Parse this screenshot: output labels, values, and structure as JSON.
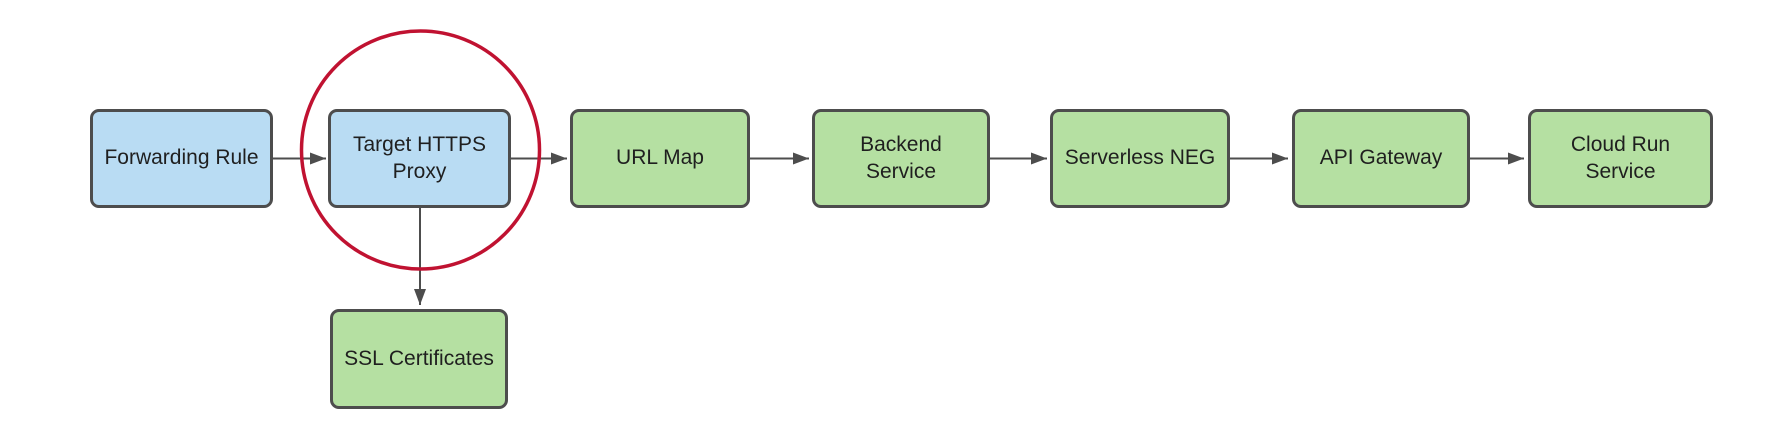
{
  "diagram": {
    "description": "Flow diagram of HTTPS load balancing components",
    "colors": {
      "node_border": "#4d4d4d",
      "arrow": "#4d4d4d",
      "text": "#1f1f1f",
      "blue_fill": "#b9dcf3",
      "green_fill": "#b5e0a2",
      "highlight_circle": "#c01231",
      "background": "#ffffff"
    },
    "nodes": [
      {
        "name": "forwarding-rule",
        "label": "Forwarding Rule",
        "color": "blue"
      },
      {
        "name": "target-https-proxy",
        "label": "Target HTTPS\nProxy",
        "color": "blue"
      },
      {
        "name": "url-map",
        "label": "URL Map",
        "color": "green"
      },
      {
        "name": "backend-service",
        "label": "Backend Service",
        "color": "green"
      },
      {
        "name": "serverless-neg",
        "label": "Serverless NEG",
        "color": "green"
      },
      {
        "name": "api-gateway",
        "label": "API Gateway",
        "color": "green"
      },
      {
        "name": "cloud-run-service",
        "label": "Cloud Run\nService",
        "color": "green"
      },
      {
        "name": "ssl-certificates",
        "label": "SSL Certificates",
        "color": "green"
      }
    ],
    "edges": [
      {
        "from": "forwarding-rule",
        "to": "target-https-proxy"
      },
      {
        "from": "target-https-proxy",
        "to": "url-map"
      },
      {
        "from": "url-map",
        "to": "backend-service"
      },
      {
        "from": "backend-service",
        "to": "serverless-neg"
      },
      {
        "from": "serverless-neg",
        "to": "api-gateway"
      },
      {
        "from": "api-gateway",
        "to": "cloud-run-service"
      },
      {
        "from": "target-https-proxy",
        "to": "ssl-certificates"
      }
    ],
    "annotation": {
      "shape": "circle",
      "around": "target-https-proxy",
      "color": "#c01231"
    }
  }
}
